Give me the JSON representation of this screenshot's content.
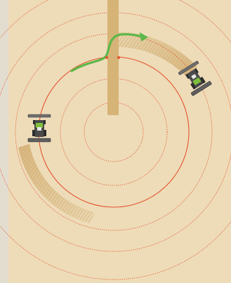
{
  "diagram": {
    "colors": {
      "background": "#e3ddd0",
      "field": "#eedcb9",
      "track": "#d6b377",
      "swath": "#d7b57c",
      "circle": "#e4532d",
      "turn_arrow": "#5bb84a",
      "tractor_body": "#4a4a4a",
      "tractor_cab": "#7fbf3a",
      "implement": "#6f6f6f",
      "wheel": "#2c2c2c"
    },
    "circles": [
      {
        "id": "circle-1",
        "style": "dotted"
      },
      {
        "id": "circle-2",
        "style": "dotted"
      },
      {
        "id": "circle-3",
        "style": "solid"
      },
      {
        "id": "circle-4",
        "style": "dotted"
      },
      {
        "id": "circle-5",
        "style": "dotted"
      },
      {
        "id": "circle-6",
        "style": "dotted"
      }
    ],
    "objects": [
      {
        "id": "center-track",
        "icon": "straight-track"
      },
      {
        "id": "turn-arrow",
        "icon": "green-arrow"
      },
      {
        "id": "tractor-left",
        "icon": "tractor-icon"
      },
      {
        "id": "tractor-right",
        "icon": "tractor-icon"
      },
      {
        "id": "swath-left",
        "icon": "worked-swath"
      },
      {
        "id": "swath-right",
        "icon": "worked-swath"
      }
    ]
  }
}
